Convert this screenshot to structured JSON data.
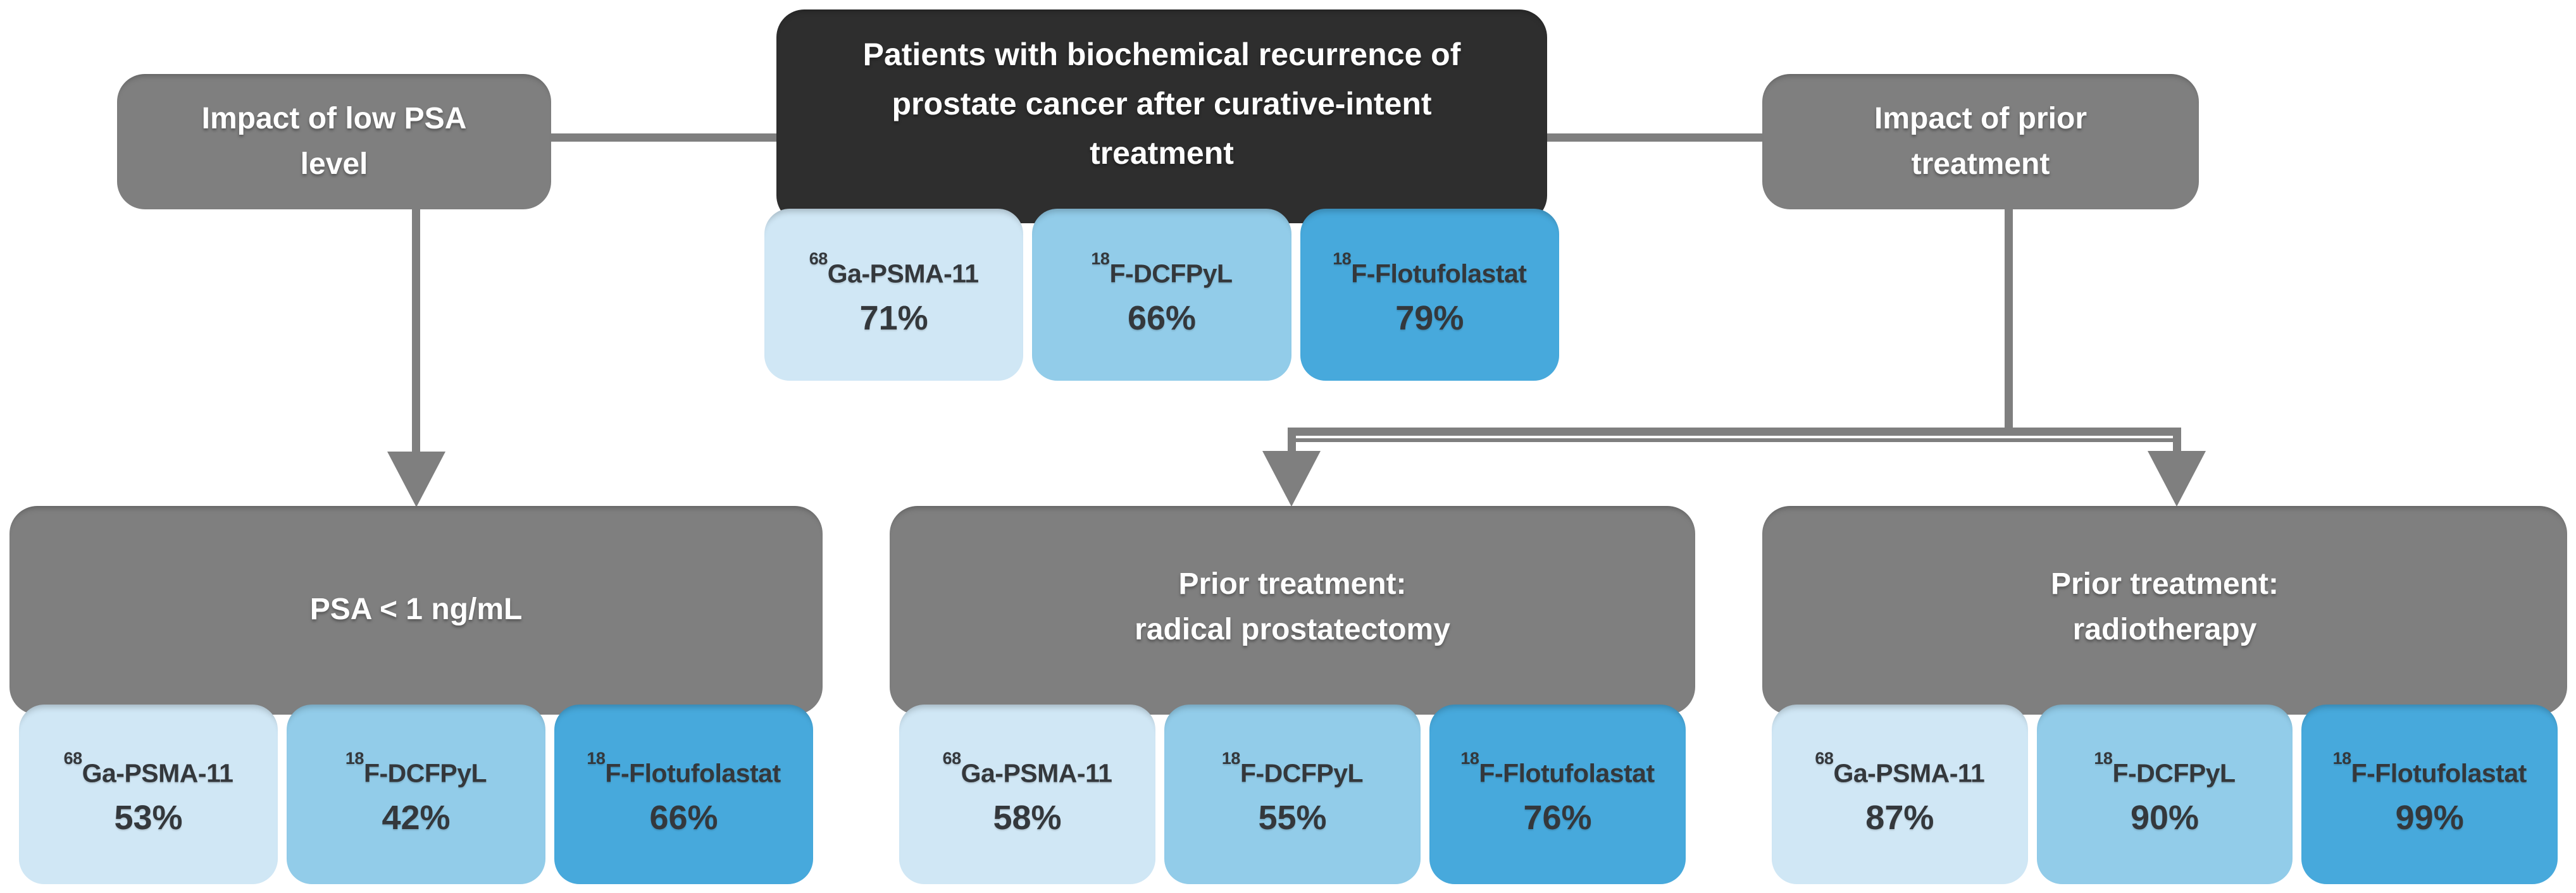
{
  "figure": {
    "root": {
      "title": "Patients with biochemical recurrence of\nprostate cancer after curative-intent\ntreatment",
      "tracers": [
        {
          "isotope": "68",
          "name": "Ga-PSMA-11",
          "value": "71%"
        },
        {
          "isotope": "18",
          "name": "F-DCFPyL",
          "value": "66%"
        },
        {
          "isotope": "18",
          "name": "F-Flotufolastat",
          "value": "79%"
        }
      ]
    },
    "branch_left": {
      "title": "Impact of low PSA\nlevel"
    },
    "branch_right": {
      "title": "Impact of prior\ntreatment"
    },
    "psa_group": {
      "title": "PSA < 1 ng/mL",
      "tracers": [
        {
          "isotope": "68",
          "name": "Ga-PSMA-11",
          "value": "53%"
        },
        {
          "isotope": "18",
          "name": "F-DCFPyL",
          "value": "42%"
        },
        {
          "isotope": "18",
          "name": "F-Flotufolastat",
          "value": "66%"
        }
      ]
    },
    "prostatectomy_group": {
      "title": "Prior treatment:\nradical prostatectomy",
      "tracers": [
        {
          "isotope": "68",
          "name": "Ga-PSMA-11",
          "value": "58%"
        },
        {
          "isotope": "18",
          "name": "F-DCFPyL",
          "value": "55%"
        },
        {
          "isotope": "18",
          "name": "F-Flotufolastat",
          "value": "76%"
        }
      ]
    },
    "radiotherapy_group": {
      "title": "Prior treatment:\nradiotherapy",
      "tracers": [
        {
          "isotope": "68",
          "name": "Ga-PSMA-11",
          "value": "87%"
        },
        {
          "isotope": "18",
          "name": "F-DCFPyL",
          "value": "90%"
        },
        {
          "isotope": "18",
          "name": "F-Flotufolastat",
          "value": "99%"
        }
      ]
    },
    "colors": {
      "node_gray": "#7f7f7f",
      "node_dark": "#2e2e2e",
      "tracer_light": "#d0e7f5",
      "tracer_medium": "#92cce9",
      "tracer_dark": "#47a9dc",
      "node_text": "#ffffff",
      "tracer_text": "#34383c"
    }
  }
}
